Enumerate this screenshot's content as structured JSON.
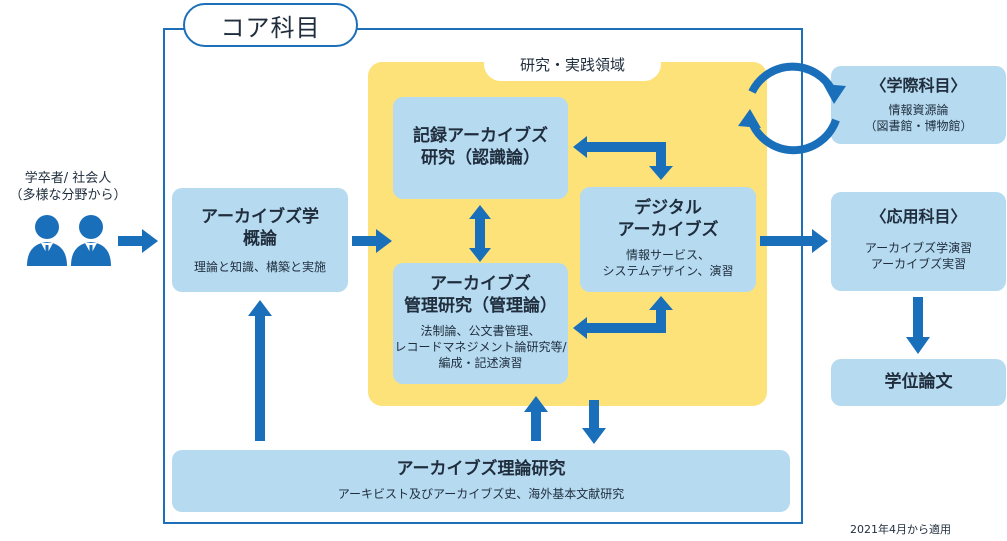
{
  "core": {
    "title": "コア科目"
  },
  "research_area": {
    "label": "研究・実践領域"
  },
  "people": {
    "caption_line1": "学卒者/ 社会人",
    "caption_line2": "（多様な分野から）"
  },
  "boxes": {
    "intro": {
      "title_line1": "アーカイブズ学",
      "title_line2": "概論",
      "sub": "理論と知識、構築と実施"
    },
    "records": {
      "title_line1": "記録アーカイブズ",
      "title_line2": "研究（認識論）"
    },
    "management": {
      "title_line1": "アーカイブズ",
      "title_line2": "管理研究（管理論）",
      "sub_line1": "法制論、公文書管理、",
      "sub_line2": "レコードマネジメント論研究等/",
      "sub_line3": "編成・記述演習"
    },
    "digital": {
      "title_line1": "デジタル",
      "title_line2": "アーカイブズ",
      "sub_line1": "情報サービス、",
      "sub_line2": "システムデザイン、演習"
    },
    "theory": {
      "title": "アーカイブズ理論研究",
      "sub": "アーキビスト及びアーカイブズ史、海外基本文献研究"
    },
    "interdisciplinary": {
      "title": "〈学際科目〉",
      "sub_line1": "情報資源論",
      "sub_line2": "（図書館・博物館）"
    },
    "applied": {
      "title": "〈応用科目〉",
      "sub_line1": "アーカイブズ学演習",
      "sub_line2": "アーカイブズ実習"
    },
    "thesis": {
      "title": "学位論文"
    }
  },
  "footnote": "2021年4月から適用",
  "colors": {
    "frame_blue": "#1d6fb8",
    "arrow_blue": "#1a6fba",
    "box_blue": "#b6daf0",
    "yellow": "#fde27a"
  }
}
